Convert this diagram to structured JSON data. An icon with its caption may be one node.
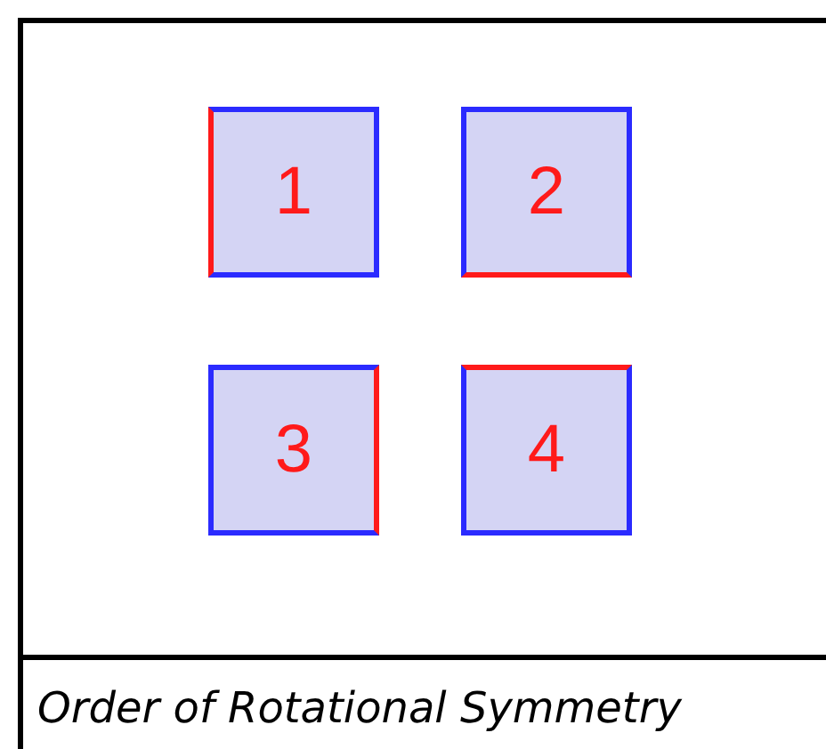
{
  "diagram": {
    "caption": "Order of Rotational Symmetry",
    "nodes": [
      {
        "text": [
          "1"
        ]
      },
      {
        "text": [
          "2"
        ]
      },
      {
        "text": [
          "3"
        ]
      },
      {
        "text": [
          "4"
        ]
      }
    ]
  }
}
